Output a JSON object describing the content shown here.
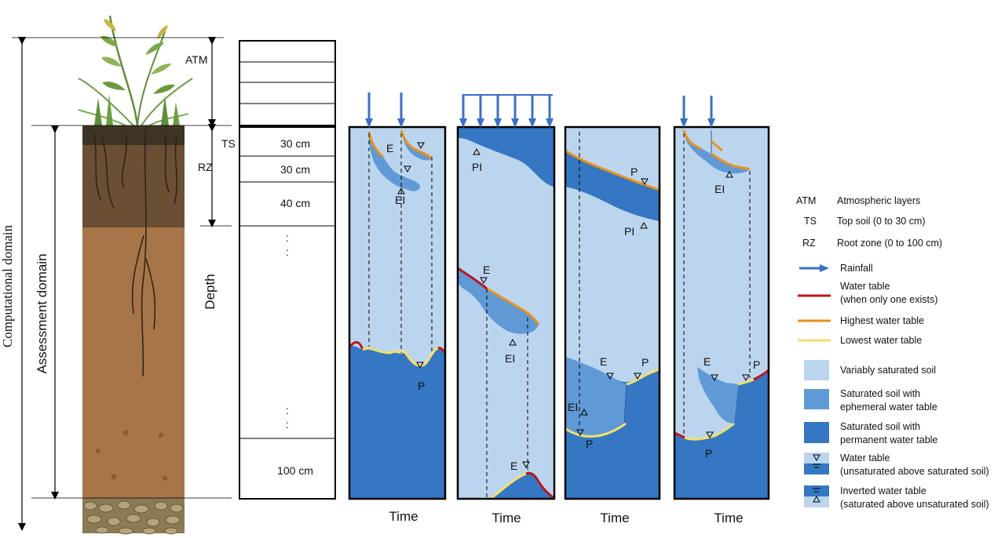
{
  "labels": {
    "computational_domain": "Computational domain",
    "assessment_domain": "Assessment domain",
    "depth": "Depth",
    "atm": "ATM",
    "ts": "TS",
    "rz": "RZ",
    "layer_1": "30 cm",
    "layer_2": "30 cm",
    "layer_3": "40 cm",
    "layer_last": "100 cm",
    "ellipsis": ":"
  },
  "panels": [
    {
      "time_label": "Time",
      "markers": {
        "E": "E",
        "EI": "EI",
        "P": "P"
      }
    },
    {
      "time_label": "Time",
      "markers": {
        "PI": "PI",
        "E": "E",
        "EI": "EI",
        "E2": "E"
      }
    },
    {
      "time_label": "Time",
      "markers": {
        "P": "P",
        "PI": "PI",
        "E": "E",
        "P2": "P",
        "EI": "EI",
        "P3": "P"
      }
    },
    {
      "time_label": "Time",
      "markers": {
        "EI": "EI",
        "E": "E",
        "P": "P",
        "P2": "P"
      }
    }
  ],
  "legend": [
    {
      "key": "ATM",
      "text": "Atmospheric layers"
    },
    {
      "key": "TS",
      "text": "Top soil (0 to 30 cm)"
    },
    {
      "key": "RZ",
      "text": "Root zone (0 to 100 cm)"
    },
    {
      "symbol": "arrow",
      "text": "Rainfall"
    },
    {
      "symbol": "line",
      "text": "Water table",
      "text2": "(when only one exists)"
    },
    {
      "symbol": "line",
      "text": "Highest water table"
    },
    {
      "symbol": "line",
      "text": "Lowest water table"
    },
    {
      "symbol": "box",
      "text": "Variably saturated soil"
    },
    {
      "symbol": "box",
      "text": "Saturated soil with",
      "text2": "ephemeral water table"
    },
    {
      "symbol": "box",
      "text": "Saturated soil with",
      "text2": "permanent water table"
    },
    {
      "symbol": "wt",
      "text": "Water table",
      "text2": "(unsaturated above saturated soil)"
    },
    {
      "symbol": "iwt",
      "text": "Inverted water table",
      "text2": "(saturated above unsaturated soil)"
    }
  ],
  "colors": {
    "variably_saturated": "#bcd5ee",
    "ephemeral": "#5f9ad6",
    "permanent": "#3577c2",
    "rain": "#3d6fc9",
    "water_table_single": "#c0151b",
    "highest_wt": "#e8921b",
    "lowest_wt": "#f3df6a",
    "topsoil": "#3e3424",
    "rootzone": "#6b4f35",
    "subsoil": "#a87548",
    "gravel": "#8a7a55"
  }
}
